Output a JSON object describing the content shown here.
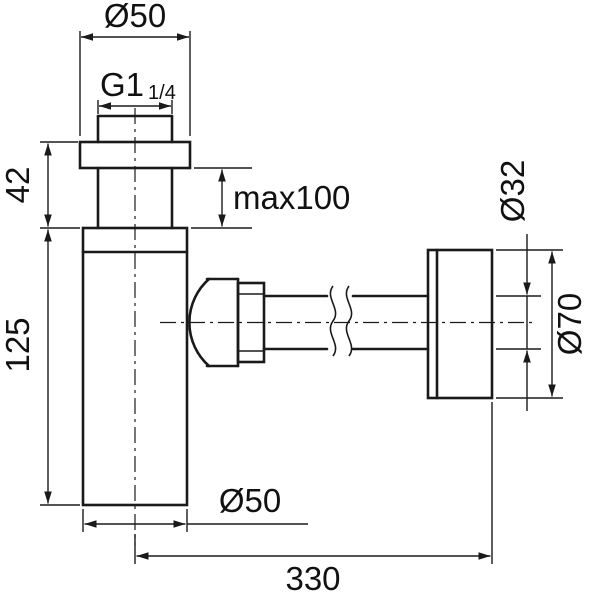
{
  "colors": {
    "background": "#ffffff",
    "line": "#1a1a1a",
    "text": "#111111"
  },
  "labels": {
    "top_diameter": "Ø50",
    "thread_size": "G1",
    "thread_fraction": "1/4",
    "inlet_height": "42",
    "adjustable_height": "max100",
    "body_height": "125",
    "pipe_diameter": "Ø32",
    "flange_diameter": "Ø70",
    "body_diameter": "Ø50",
    "overall_length": "330"
  }
}
